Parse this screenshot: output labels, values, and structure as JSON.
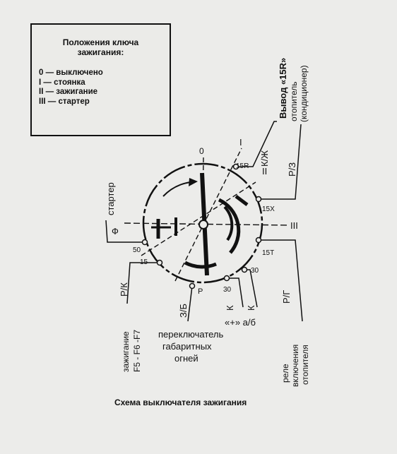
{
  "legend": {
    "title_line1": "Положения ключа",
    "title_line2": "зажигания:",
    "items": [
      "0 — выключено",
      "I — стоянка",
      "II — зажигание",
      "III — стартер"
    ]
  },
  "caption": "Схема выключателя зажигания",
  "positions": {
    "zero": "0",
    "one": "I",
    "two": "II",
    "three": "III"
  },
  "terminals": {
    "t15R": "15R",
    "t15X": "15X",
    "t15T": "15T",
    "t30a": "30",
    "t30b": "30",
    "t50": "50",
    "t15": "15",
    "tP": "P",
    "phi": "Ф"
  },
  "wires": {
    "kzh": "К/Ж",
    "r3": "Р/З",
    "rk": "Р/К",
    "zb": "З/Б",
    "k1": "К",
    "k2": "К",
    "rg": "Р/Г"
  },
  "labels": {
    "starter": "стартер",
    "out15r_1": "Вывод «15R»",
    "out15r_2": "отопитель",
    "out15r_3": "(кондиционер)",
    "ignition_1": "зажигание",
    "ignition_2": "F5 - F6 -F7",
    "plus": "«+» а/б",
    "lights_1": "переключатель",
    "lights_2": "габаритных",
    "lights_3": "огней",
    "relay_1": "реле",
    "relay_2": "включения",
    "relay_3": "отопителя"
  }
}
